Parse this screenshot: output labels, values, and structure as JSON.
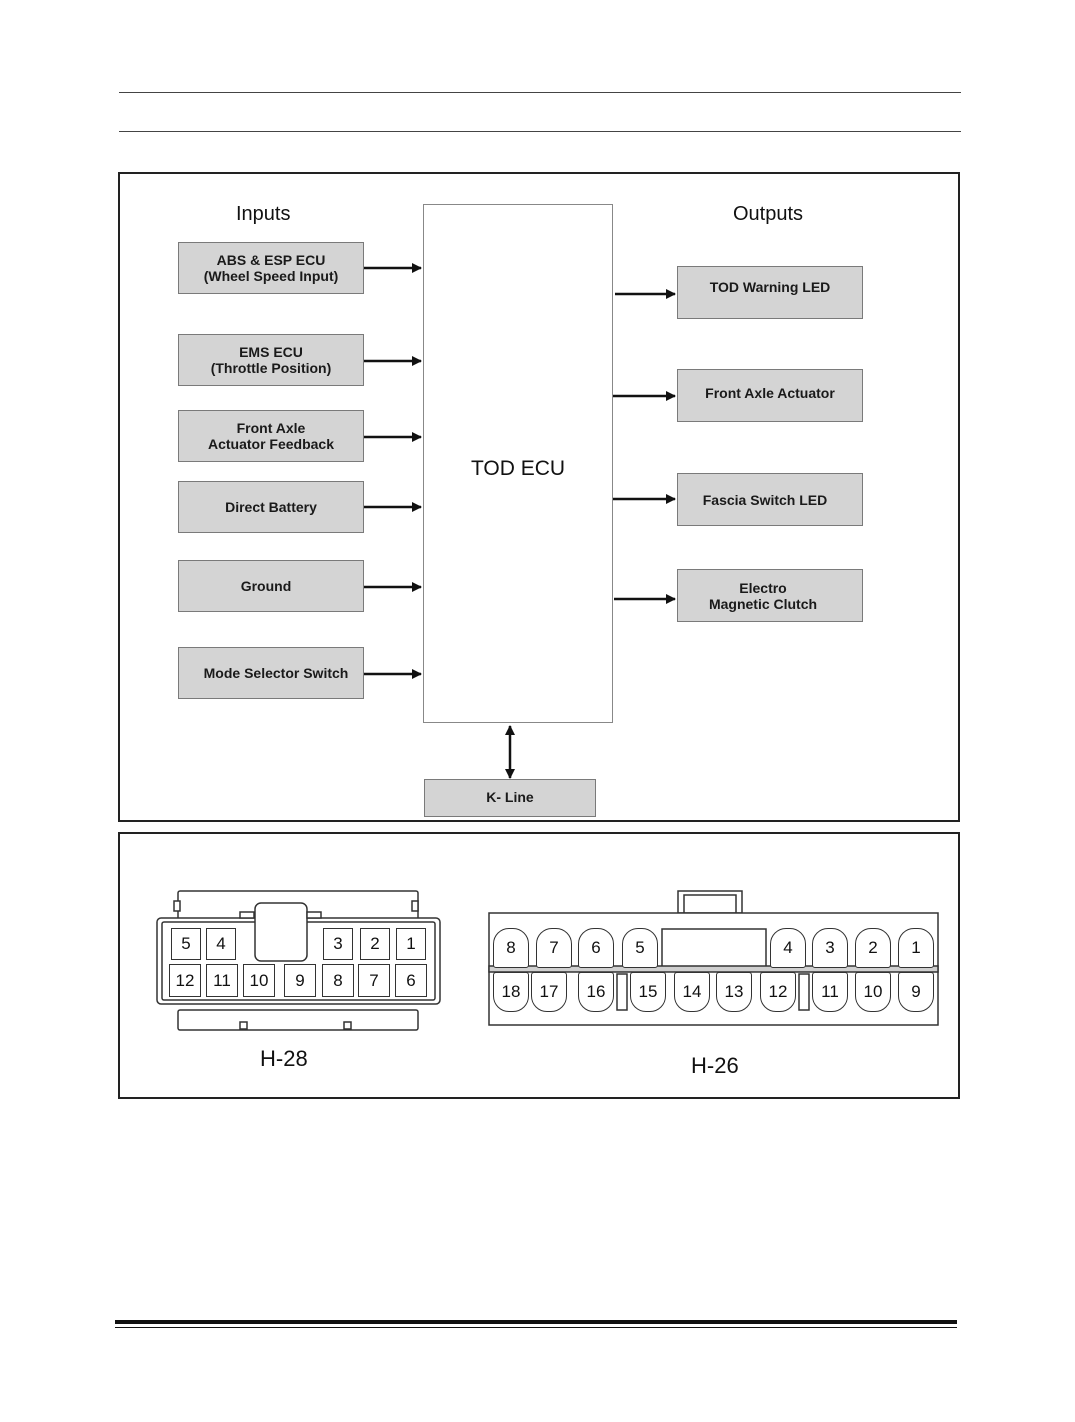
{
  "block_diagram": {
    "inputs_heading": "Inputs",
    "outputs_heading": "Outputs",
    "ecu_label": "TOD ECU",
    "inputs": [
      {
        "label": "ABS & ESP ECU\n(Wheel Speed Input)"
      },
      {
        "label": "EMS ECU\n(Throttle Position)"
      },
      {
        "label": "Front Axle\nActuator Feedback"
      },
      {
        "label": "Direct Battery"
      },
      {
        "label": "Ground"
      },
      {
        "label": "Mode Selector Switch"
      }
    ],
    "outputs": [
      {
        "label": "TOD Warning LED"
      },
      {
        "label": "Front Axle Actuator"
      },
      {
        "label": "Fascia Switch LED"
      },
      {
        "label": "Electro\nMagnetic Clutch"
      }
    ],
    "bidirectional": {
      "label": "K- Line"
    }
  },
  "connectors": {
    "h28": {
      "label": "H-28",
      "top_row": [
        "5",
        "4",
        "3",
        "2",
        "1"
      ],
      "bottom_row": [
        "12",
        "11",
        "10",
        "9",
        "8",
        "7",
        "6"
      ]
    },
    "h26": {
      "label": "H-26",
      "top_row": [
        "8",
        "7",
        "6",
        "5",
        "4",
        "3",
        "2",
        "1"
      ],
      "bottom_row": [
        "18",
        "17",
        "16",
        "15",
        "14",
        "13",
        "12",
        "11",
        "10",
        "9"
      ]
    }
  }
}
